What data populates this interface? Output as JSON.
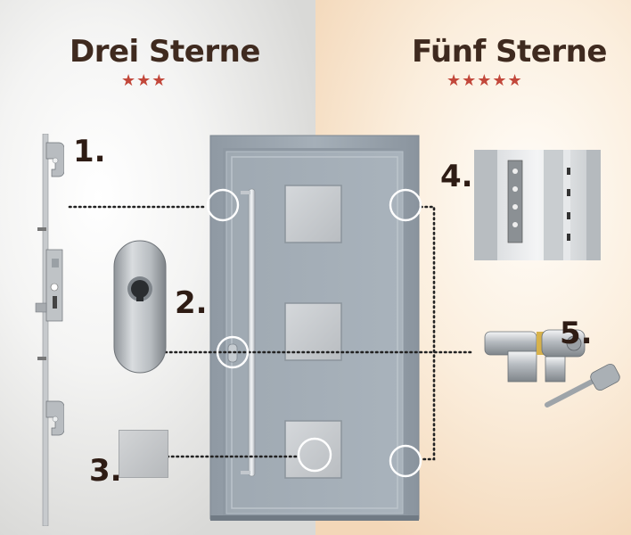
{
  "left_heading": "Drei Sterne",
  "left_stars": "★★★",
  "right_heading": "Fünf Sterne",
  "right_stars": "★★★★★",
  "labels": [
    "1.",
    "2.",
    "3.",
    "4.",
    "5."
  ],
  "colors": {
    "accent_star": "#c2473a",
    "heading_text": "#3f2a1f",
    "door_panel": "#a2acb5",
    "door_frame": "#8d98a2"
  },
  "icons": [
    "multipoint-lock",
    "escutcheon",
    "glass-pane",
    "hinge-plate",
    "lock-cylinder-key"
  ]
}
